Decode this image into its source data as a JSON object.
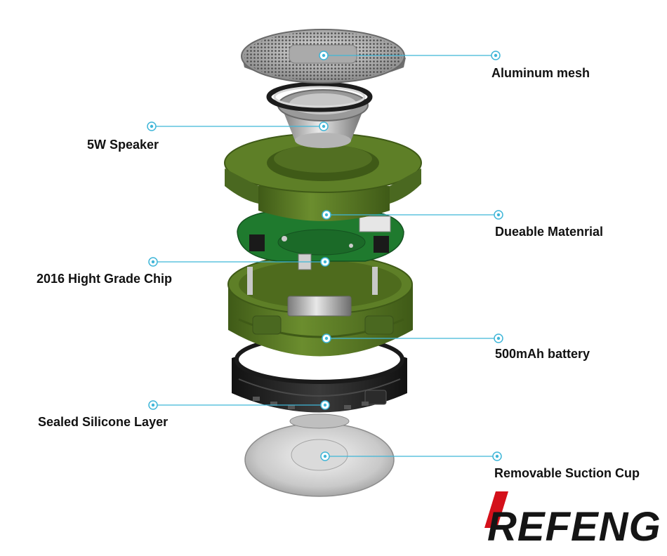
{
  "brand": {
    "name": "REFENG",
    "accent_color": "#d4101a",
    "text_color": "#151515"
  },
  "colors": {
    "callout": "#3fb6d8",
    "housing_green": "#5a7a25",
    "housing_dark": "#3f5a17",
    "silicone": "#222222",
    "board": "#1f7a2e"
  },
  "callouts": [
    {
      "label": "Aluminum mesh",
      "side": "right"
    },
    {
      "label": "5W Speaker",
      "side": "left"
    },
    {
      "label": "Dueable Matenrial",
      "side": "right"
    },
    {
      "label": "2016 Hight Grade Chip",
      "side": "left"
    },
    {
      "label": "500mAh battery",
      "side": "right"
    },
    {
      "label": "Sealed Silicone Layer",
      "side": "left"
    },
    {
      "label": "Removable Suction Cup",
      "side": "right"
    }
  ]
}
